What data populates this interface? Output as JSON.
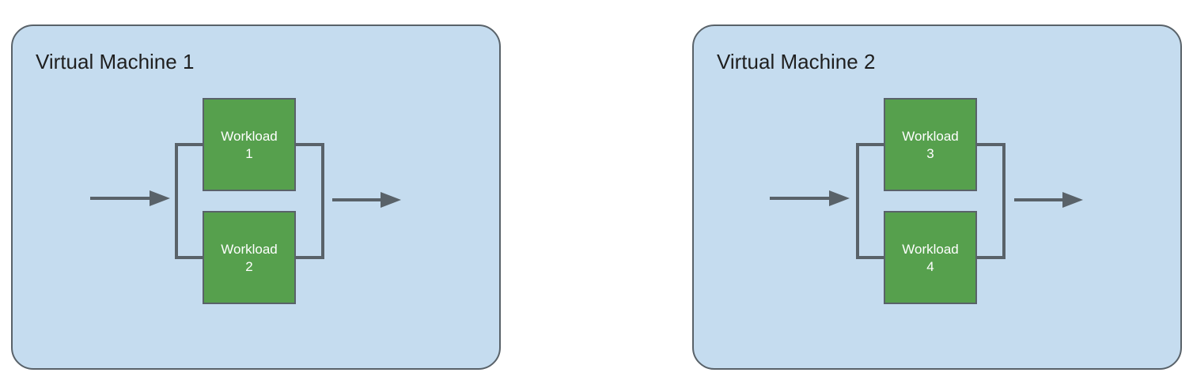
{
  "colors": {
    "vm_fill": "#c5dcef",
    "vm_border": "#596269",
    "workload_fill": "#56a04d",
    "connector": "#596269"
  },
  "machines": [
    {
      "title": "Virtual Machine 1",
      "workloads": [
        {
          "label": "Workload",
          "number": "1"
        },
        {
          "label": "Workload",
          "number": "2"
        }
      ]
    },
    {
      "title": "Virtual Machine 2",
      "workloads": [
        {
          "label": "Workload",
          "number": "3"
        },
        {
          "label": "Workload",
          "number": "4"
        }
      ]
    }
  ]
}
